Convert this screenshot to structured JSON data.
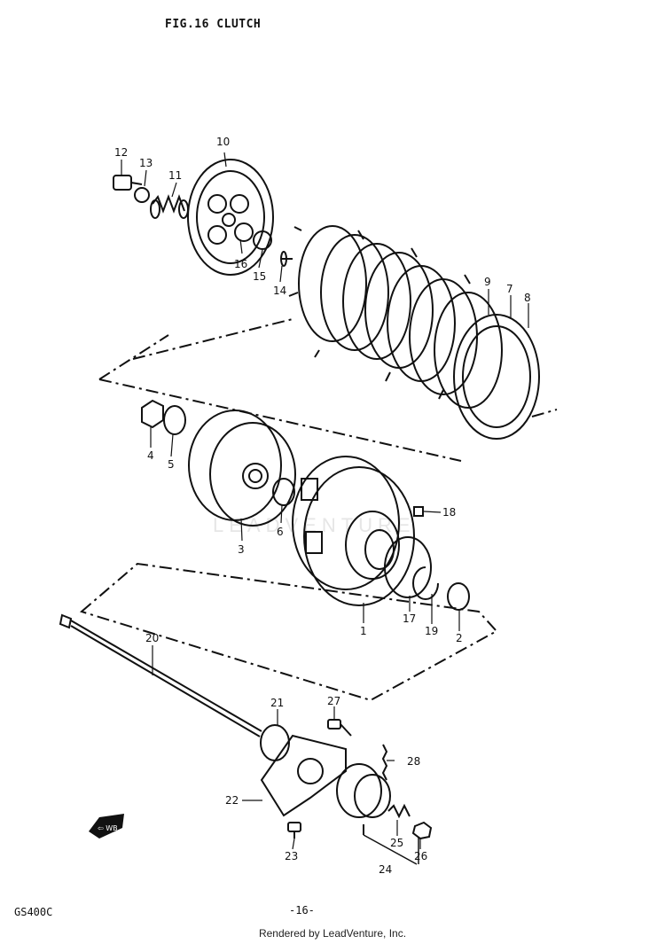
{
  "figure": {
    "title": "FIG.16  CLUTCH"
  },
  "model": "GS400C",
  "page": "-16-",
  "credit": "Rendered by LeadVenture, Inc.",
  "watermark": "LEADVENTURE",
  "direction_badge": "⇦ WB",
  "callouts": {
    "c1": "1",
    "c2": "2",
    "c3": "3",
    "c4": "4",
    "c5": "5",
    "c6": "6",
    "c7": "7",
    "c8": "8",
    "c9": "9",
    "c10": "10",
    "c11": "11",
    "c12": "12",
    "c13": "13",
    "c14": "14",
    "c15": "15",
    "c16": "16",
    "c17": "17",
    "c18": "18",
    "c19": "19",
    "c20": "20",
    "c21": "21",
    "c22": "22",
    "c23": "23",
    "c24": "24",
    "c25": "25",
    "c26": "26",
    "c27": "27",
    "c28": "28"
  }
}
